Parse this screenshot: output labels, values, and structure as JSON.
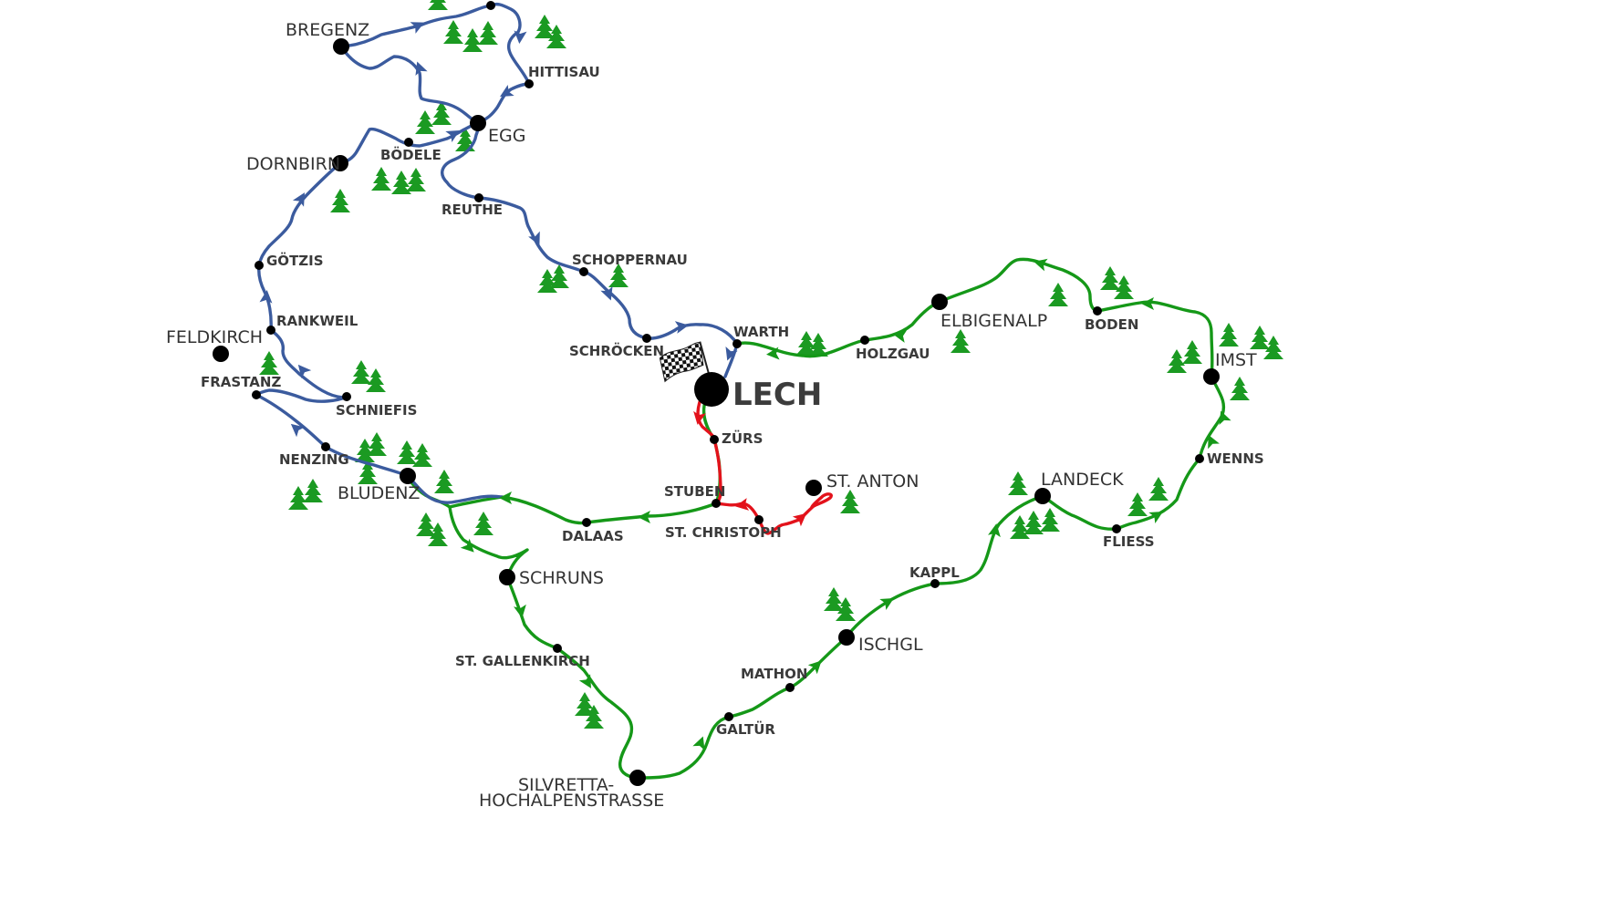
{
  "map": {
    "route_colors": {
      "blue": "#3b5b9e",
      "green": "#159818",
      "red": "#e3121b"
    },
    "tree_color": "#1b9a22",
    "start_finish_marker": "checkered-flag",
    "places": {
      "bregenz": "BREGENZ",
      "hittisau": "HITTISAU",
      "egg": "EGG",
      "boedele": "BÖDELE",
      "dornbirn": "DORNBIRN",
      "reuthe": "REUTHE",
      "goetzis": "GÖTZIS",
      "schoppernau": "SCHOPPERNAU",
      "rankweil": "RANKWEIL",
      "feldkirch": "FELDKIRCH",
      "schroecken": "SCHRÖCKEN",
      "warth": "WARTH",
      "holzgau": "HOLZGAU",
      "elbigenalp": "ELBIGENALP",
      "boden": "BODEN",
      "imst": "IMST",
      "frastanz": "FRASTANZ",
      "schniefis": "SCHNIEFIS",
      "lech": "LECH",
      "zuers": "ZÜRS",
      "nenzing": "NENZING",
      "wenns": "WENNS",
      "st_anton": "ST. ANTON",
      "landeck": "LANDECK",
      "bludenz": "BLUDENZ",
      "stuben": "STUBEN",
      "dalaas": "DALAAS",
      "st_christoph": "ST. CHRISTOPH",
      "fliess": "FLIESS",
      "schruns": "SCHRUNS",
      "kappl": "KAPPL",
      "ischgl": "ISCHGL",
      "st_gallenkirch": "ST. GALLENKIRCH",
      "mathon": "MATHON",
      "galtuer": "GALTÜR",
      "silvretta_line1": "SILVRETTA-",
      "silvretta_line2": "HOCHALPENSTRASSE"
    }
  }
}
